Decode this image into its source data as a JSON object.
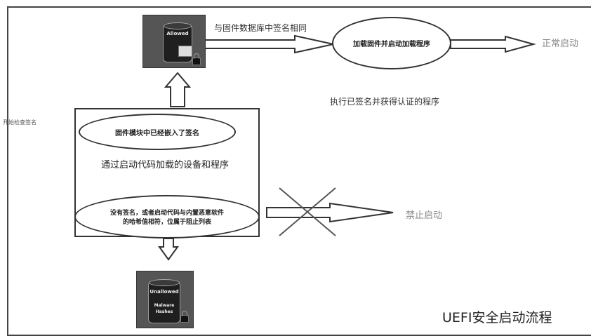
{
  "diagram": {
    "title": "UEFI安全启动流程",
    "allowed_db_title": "Allowed",
    "unallowed_db_title": "Unallowed",
    "unallowed_db_line1": "Malware",
    "unallowed_db_line2": "Hashes",
    "match_label": "与固件数据库中签名相同",
    "load_node": "加载固件并启动加载程序",
    "normal_boot": "正常启动",
    "exec_note": "执行已签名并获得认证的程序",
    "side_label": "开始检查签名",
    "embedded_sig_node": "固件模块中已经嵌入了签名",
    "loaded_via_boot_code": "通过启动代码加载的设备和程序",
    "no_sig_line1": "没有签名，或者启动代码与内置恶意软件",
    "no_sig_line2": "的哈希值相符，位属于阻止列表",
    "forbidden_boot": "禁止启动"
  },
  "colors": {
    "line": "#333333",
    "db_bg": "#555555",
    "label_gray": "#888888"
  }
}
